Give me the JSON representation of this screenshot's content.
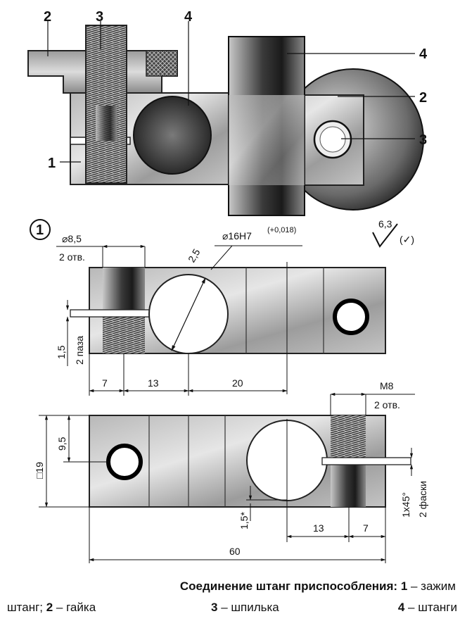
{
  "top_view": {
    "callouts": {
      "left": [
        "2",
        "3",
        "4"
      ],
      "left_side": "1",
      "right": [
        "4",
        "2",
        "3"
      ]
    }
  },
  "drawing": {
    "figure_number": "1",
    "roughness": {
      "value": "6,3",
      "note": "(✓)"
    },
    "part_a": {
      "hole_dia": "⌀8,5",
      "hole_count": "2 отв.",
      "bore": "⌀16H7",
      "bore_tol": "(+0,018)",
      "bore_chamfer": "2,5",
      "slot_width": "1,5",
      "slot_count": "2 паза",
      "dims": [
        "7",
        "13",
        "20"
      ]
    },
    "part_b": {
      "thread": "M8",
      "thread_count": "2 отв.",
      "height": "□19",
      "half_height": "9,5",
      "offset": "1,5*",
      "chamfer": "1x45°",
      "chamfer_count": "2 фаски",
      "dims": [
        "13",
        "7"
      ],
      "length": "60"
    }
  },
  "caption": {
    "title": "Соединение штанг приспособления:",
    "n1": "1",
    "t1": " – зажим",
    "t1b": "штанг; ",
    "n2": "2",
    "t2": " – гайка",
    "n3": "3",
    "t3": " – шпилька",
    "n4": "4",
    "t4": " – штанги"
  }
}
